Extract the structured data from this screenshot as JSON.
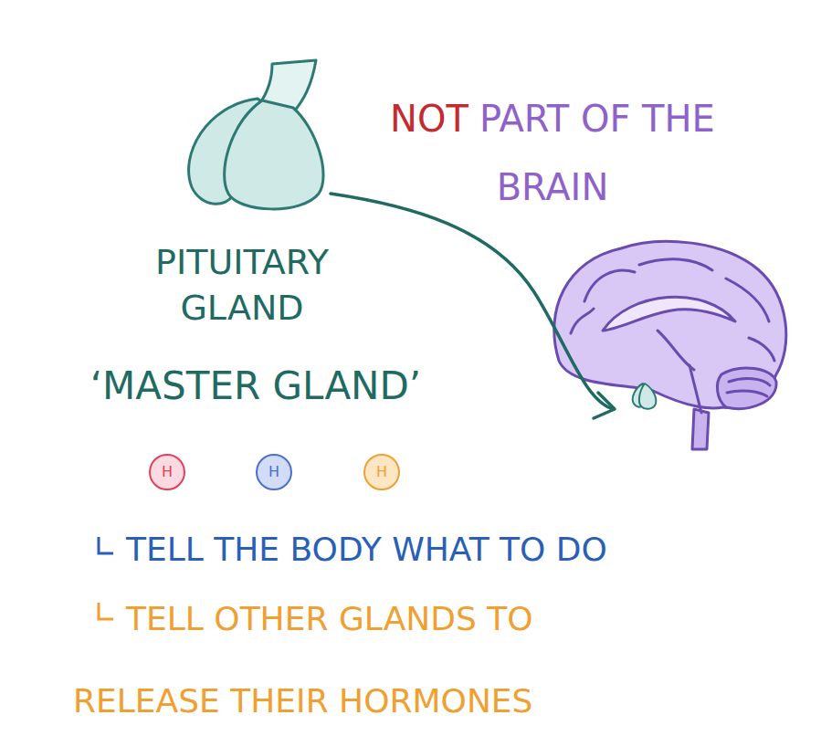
{
  "diagram": {
    "nodes": [
      {
        "text": [
          "H"
        ]
      },
      {
        "text": [
          "H"
        ]
      },
      {
        "text": [
          "H"
        ]
      }
    ],
    "labels": [
      "NOT",
      "PART OF THE BRAIN",
      "PITUITARY GLAND",
      "‘MASTER GLAND’",
      "TELL THE BODY WHAT TO DO",
      "TELL OTHER GLANDS TO RELEASE THEIR HORMONES"
    ]
  }
}
